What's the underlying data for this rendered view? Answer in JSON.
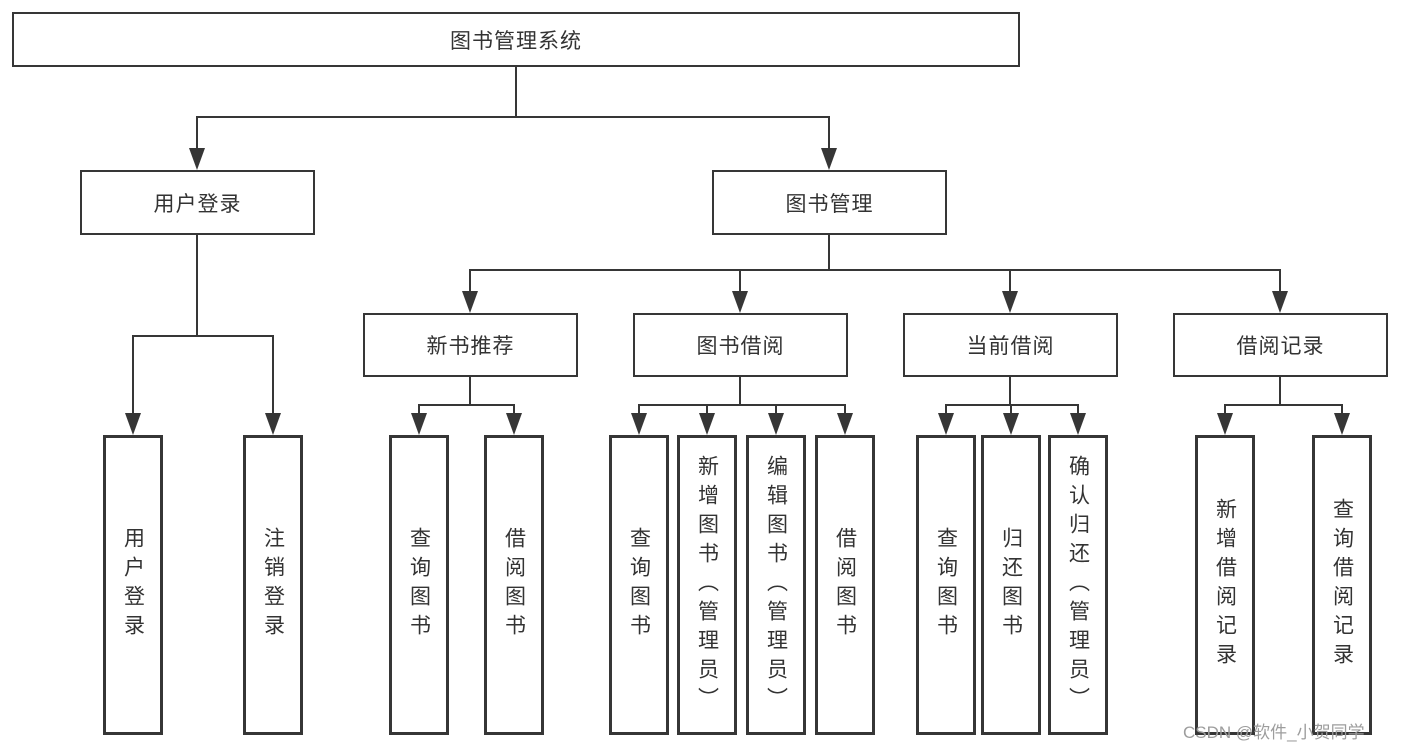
{
  "diagram_title": "图书管理系统",
  "watermark": {
    "text": "CSDN @软件_小贺同学"
  },
  "colors": {
    "line": "#363636",
    "text": "#333333",
    "watermark": "#9d9d9d",
    "background": "#ffffff"
  },
  "tree": {
    "root": {
      "label": "图书管理系统",
      "children": [
        {
          "label": "用户登录",
          "children": [
            {
              "label": "用户登录"
            },
            {
              "label": "注销登录"
            }
          ]
        },
        {
          "label": "图书管理",
          "children": [
            {
              "label": "新书推荐",
              "children": [
                {
                  "label": "查询图书"
                },
                {
                  "label": "借阅图书"
                }
              ]
            },
            {
              "label": "图书借阅",
              "children": [
                {
                  "label": "查询图书"
                },
                {
                  "label": "新增图书（管理员）"
                },
                {
                  "label": "编辑图书（管理员）"
                },
                {
                  "label": "借阅图书"
                }
              ]
            },
            {
              "label": "当前借阅",
              "children": [
                {
                  "label": "查询图书"
                },
                {
                  "label": "归还图书"
                },
                {
                  "label": "确认归还（管理员）"
                }
              ]
            },
            {
              "label": "借阅记录",
              "children": [
                {
                  "label": "新增借阅记录"
                },
                {
                  "label": "查询借阅记录"
                }
              ]
            }
          ]
        }
      ]
    }
  }
}
